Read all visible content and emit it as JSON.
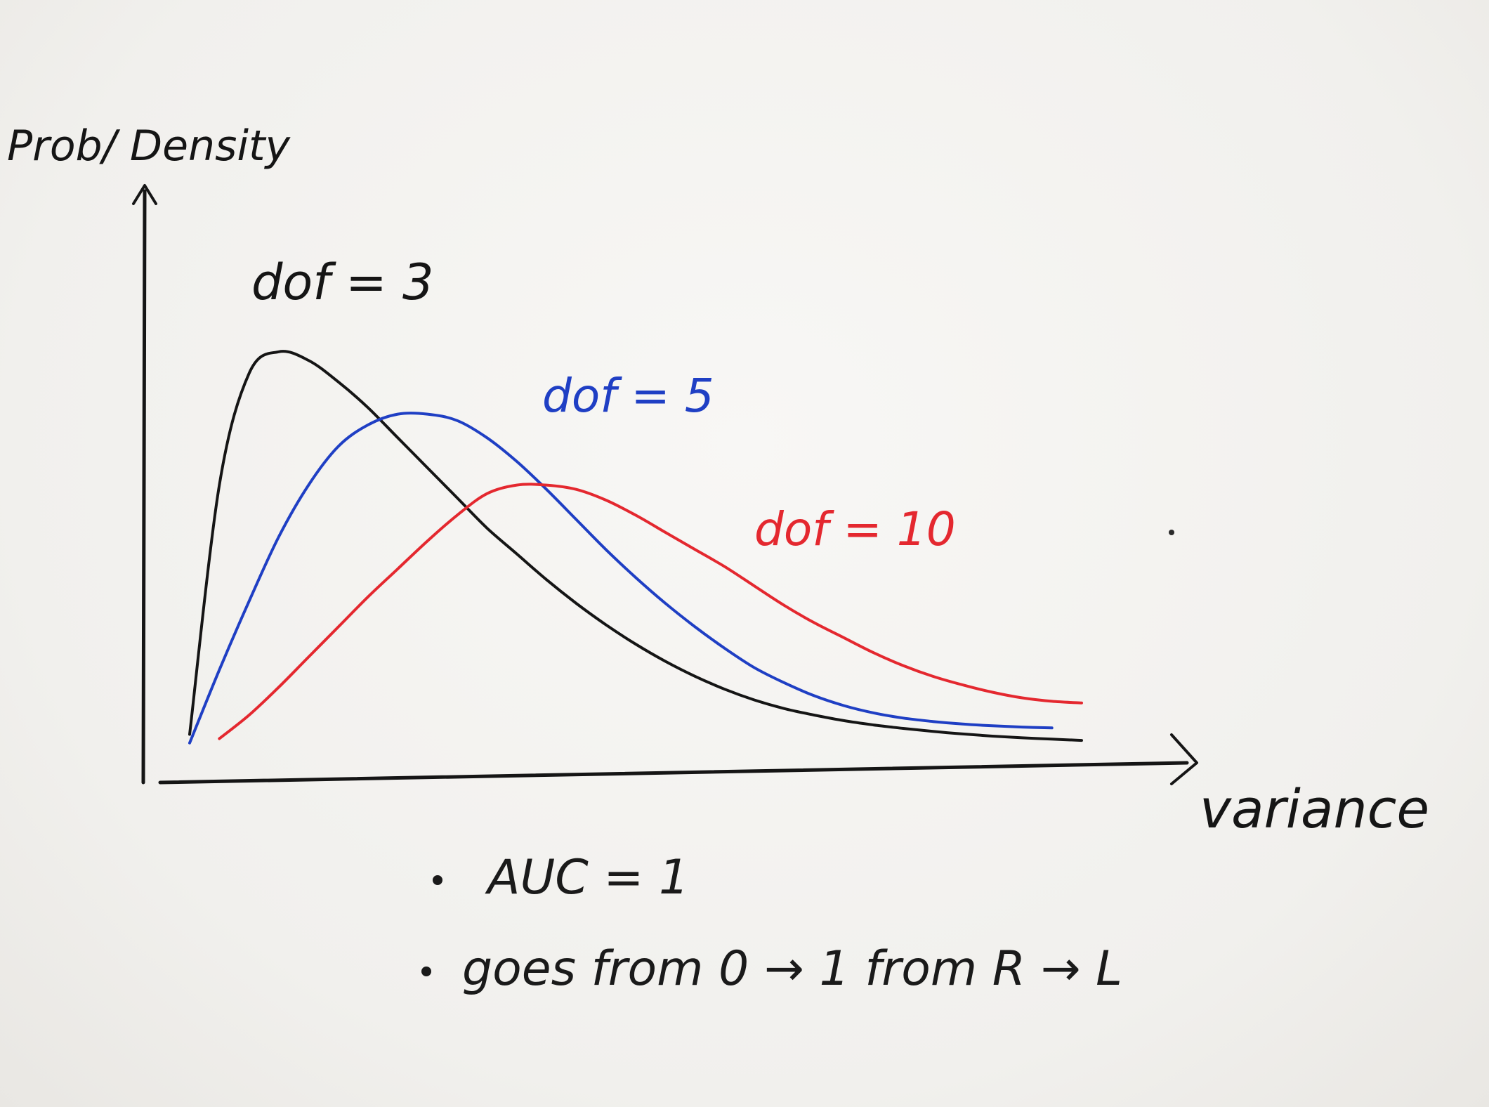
{
  "chart_data": {
    "type": "line",
    "ylabel": "Prob/ Density",
    "xlabel": "variance",
    "x": [
      0,
      0.5,
      1,
      1.5,
      2,
      2.5,
      3,
      3.5,
      4,
      4.5,
      5,
      5.5,
      6,
      6.5,
      7,
      7.5,
      8,
      8.5,
      9,
      9.5,
      10,
      10.5,
      11,
      11.5,
      12,
      12.5,
      13,
      13.5,
      14,
      14.5,
      15
    ],
    "series": [
      {
        "name": "dof = 3",
        "color": "#151515",
        "values": [
          0.04,
          0.62,
          0.88,
          0.93,
          0.91,
          0.86,
          0.8,
          0.73,
          0.66,
          0.59,
          0.52,
          0.46,
          0.4,
          0.345,
          0.295,
          0.25,
          0.21,
          0.175,
          0.145,
          0.12,
          0.1,
          0.085,
          0.072,
          0.062,
          0.054,
          0.047,
          0.041,
          0.036,
          0.032,
          0.029,
          0.026
        ]
      },
      {
        "name": "dof = 5",
        "color": "#1f3fc4",
        "values": [
          0.02,
          0.19,
          0.35,
          0.5,
          0.62,
          0.71,
          0.76,
          0.785,
          0.785,
          0.77,
          0.73,
          0.675,
          0.61,
          0.54,
          0.47,
          0.405,
          0.345,
          0.29,
          0.24,
          0.195,
          0.16,
          0.13,
          0.107,
          0.09,
          0.078,
          0.07,
          0.064,
          0.06,
          0.057,
          0.055
        ]
      },
      {
        "name": "dof = 10",
        "color": "#e4282f",
        "values": [
          null,
          0.03,
          0.085,
          0.15,
          0.22,
          0.29,
          0.36,
          0.425,
          0.49,
          0.55,
          0.6,
          0.62,
          0.62,
          0.61,
          0.585,
          0.55,
          0.51,
          0.47,
          0.43,
          0.385,
          0.34,
          0.3,
          0.265,
          0.23,
          0.2,
          0.175,
          0.155,
          0.138,
          0.125,
          0.117,
          0.113
        ]
      }
    ],
    "xlim": [
      0,
      16
    ],
    "ylim": [
      0,
      1
    ],
    "grid": false,
    "legend": "labels beside curves"
  },
  "notes": {
    "auc": "AUC = 1",
    "goes": "goes from 0 → 1 from R → L"
  }
}
